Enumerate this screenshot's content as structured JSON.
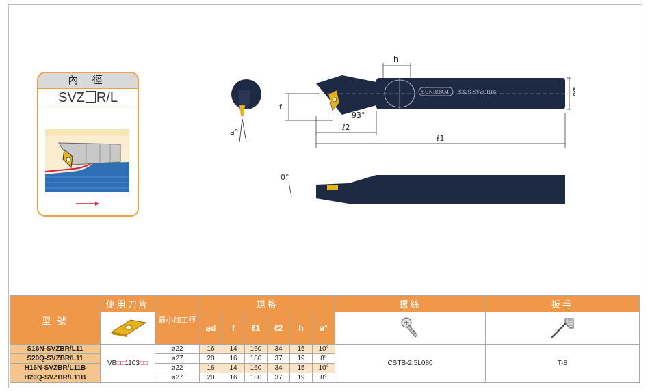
{
  "card": {
    "title": "內 徑",
    "model_prefix": "SVZ",
    "model_suffix": "R/L"
  },
  "drawing": {
    "top_label": "SUNROAM",
    "body_text": "S32S-SVZCR16",
    "h": "h",
    "f": "f",
    "d": "⌀d",
    "angle_93": "93°",
    "l2": "ℓ2",
    "l1": "ℓ1",
    "a": "a°",
    "zero": "0°"
  },
  "table": {
    "col_model": "型 號",
    "col_insert": "使用刀片",
    "col_min": "最小加工徑",
    "col_spec": "規格",
    "col_screw": "螺絲",
    "col_wrench": "扳手",
    "spec_headers": [
      "⌀d",
      "f",
      "ℓ1",
      "ℓ2",
      "h",
      "a°"
    ],
    "insert_code_pre": "VB",
    "insert_code_mid": "1103",
    "screw_code": "CSTB-2.5L080",
    "wrench_code": "T-8",
    "rows": [
      {
        "model": "S16N-SVZBR/L11",
        "min": "⌀22",
        "d": "16",
        "f": "14",
        "l1": "160",
        "l2": "34",
        "h": "15",
        "a": "10°"
      },
      {
        "model": "S20Q-SVZBR/L11",
        "min": "⌀27",
        "d": "20",
        "f": "16",
        "l1": "180",
        "l2": "37",
        "h": "19",
        "a": "8°"
      },
      {
        "model": "H16N-SVZBR/L11B",
        "min": "⌀22",
        "d": "16",
        "f": "14",
        "l1": "160",
        "l2": "34",
        "h": "15",
        "a": "10°"
      },
      {
        "model": "H20Q-SVZBR/L11B",
        "min": "⌀27",
        "d": "20",
        "f": "16",
        "l1": "180",
        "l2": "37",
        "h": "19",
        "a": "8°"
      }
    ]
  },
  "colors": {
    "header_orange": "#f0984a",
    "model_cell": "#f5c58c",
    "tool_body": "#1e2a44",
    "insert_gold": "#e6b11c"
  }
}
